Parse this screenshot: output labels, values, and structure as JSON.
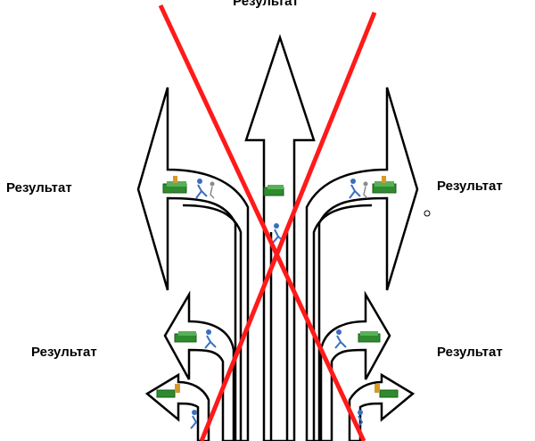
{
  "labels": {
    "top": "Результат",
    "left_upper": "Результат",
    "right_upper": "Результат",
    "left_lower": "Результат",
    "right_lower": "Результат"
  },
  "colors": {
    "cross": "#ff1a1a",
    "arrow_outline": "#000000",
    "money_green": "#2e8b2e",
    "figure_blue": "#3a6fbf"
  },
  "icons": [
    "money-stack-icon",
    "people-figures-icon",
    "small-circle-icon"
  ]
}
